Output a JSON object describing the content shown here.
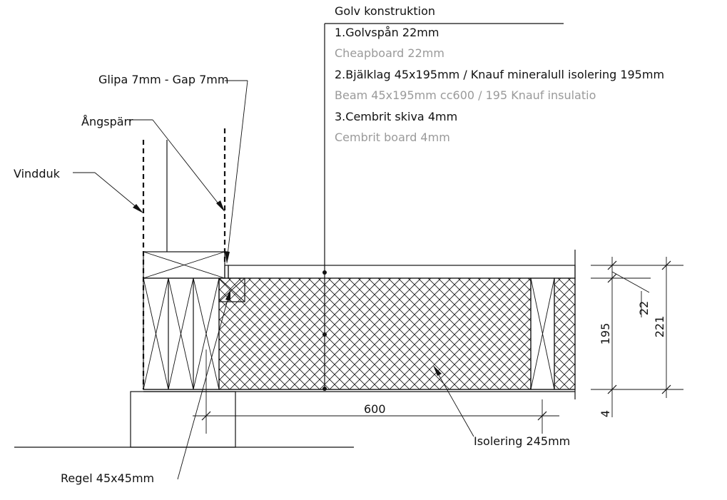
{
  "header": {
    "title": "Golv konstruktion"
  },
  "layers": [
    {
      "label": "1.Golvspån 22mm",
      "translation": "Cheapboard 22mm"
    },
    {
      "label": "2.Bjälklag 45x195mm / Knauf mineralull isolering 195mm",
      "translation": "Beam 45x195mm cc600 / 195 Knauf insulatio"
    },
    {
      "label": "3.Cembrit skiva 4mm",
      "translation": "Cembrit board 4mm"
    }
  ],
  "callouts": {
    "gap": "Glipa 7mm - Gap 7mm",
    "vapor_barrier": "Ångspärr",
    "wind_barrier": "Vindduk",
    "stud": "Regel 45x45mm",
    "insulation": "Isolering 245mm"
  },
  "dimensions": {
    "spacing": "600",
    "joist_height": "195",
    "board_thickness": "22",
    "total_height": "221",
    "sheet_thickness": "4"
  },
  "colors": {
    "line": "#111111",
    "secondary_text": "#9a9a9a",
    "background": "#ffffff"
  }
}
